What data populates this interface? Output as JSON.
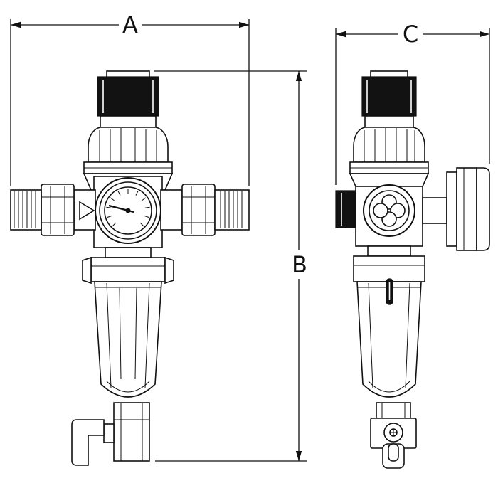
{
  "diagram": {
    "background": "#ffffff",
    "line_color": "#111111",
    "dark_fill": "#121212",
    "dimension_labels": {
      "a": "A",
      "b": "B",
      "c": "C"
    }
  }
}
